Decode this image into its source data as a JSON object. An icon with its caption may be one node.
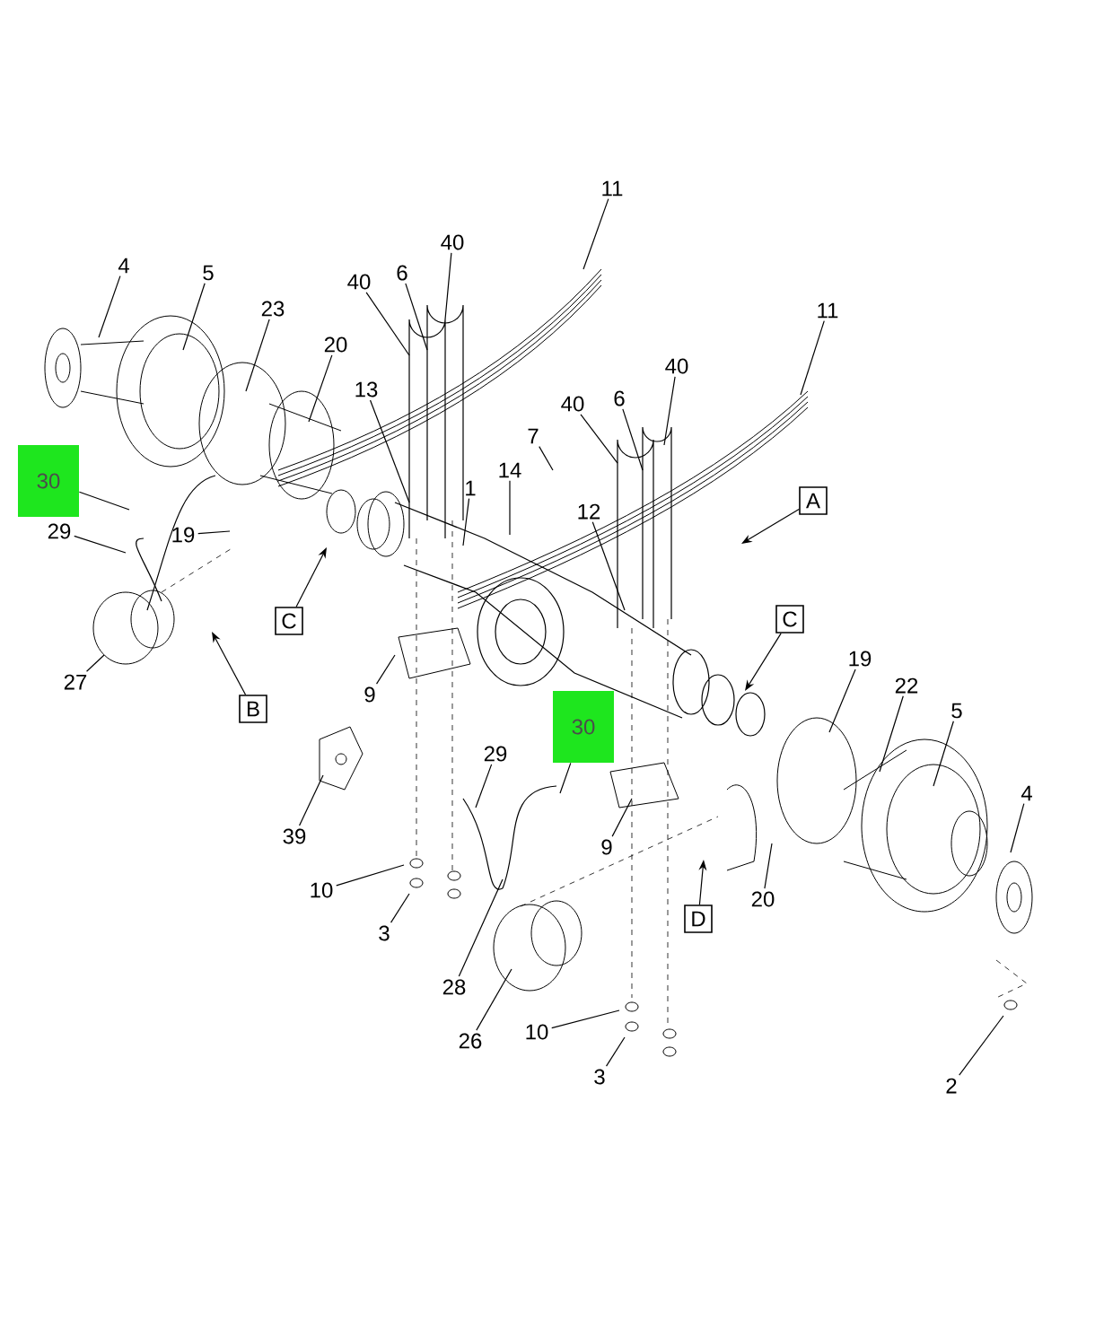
{
  "diagram": {
    "nodes": [
      {
        "text": [
          "4"
        ]
      },
      {
        "text": [
          "5"
        ]
      },
      {
        "text": [
          "23"
        ]
      },
      {
        "text": [
          "20"
        ]
      },
      {
        "text": [
          "40"
        ]
      },
      {
        "text": [
          "6"
        ]
      },
      {
        "text": [
          "40"
        ]
      },
      {
        "text": [
          "11"
        ]
      },
      {
        "text": [
          "13"
        ]
      },
      {
        "text": [
          "7"
        ]
      },
      {
        "text": [
          "14"
        ]
      },
      {
        "text": [
          "1"
        ]
      },
      {
        "text": [
          "11"
        ]
      },
      {
        "text": [
          "40"
        ]
      },
      {
        "text": [
          "6"
        ]
      },
      {
        "text": [
          "40"
        ]
      },
      {
        "text": [
          "12"
        ]
      },
      {
        "text": [
          "30"
        ]
      },
      {
        "text": [
          "29"
        ]
      },
      {
        "text": [
          "19"
        ]
      },
      {
        "text": [
          "C"
        ]
      },
      {
        "text": [
          "B"
        ]
      },
      {
        "text": [
          "A"
        ]
      },
      {
        "text": [
          "C"
        ]
      },
      {
        "text": [
          "19"
        ]
      },
      {
        "text": [
          "22"
        ]
      },
      {
        "text": [
          "5"
        ]
      },
      {
        "text": [
          "27"
        ]
      },
      {
        "text": [
          "9"
        ]
      },
      {
        "text": [
          "30"
        ]
      },
      {
        "text": [
          "39"
        ]
      },
      {
        "text": [
          "29"
        ]
      },
      {
        "text": [
          "9"
        ]
      },
      {
        "text": [
          "4"
        ]
      },
      {
        "text": [
          "20"
        ]
      },
      {
        "text": [
          "D"
        ]
      },
      {
        "text": [
          "10"
        ]
      },
      {
        "text": [
          "3"
        ]
      },
      {
        "text": [
          "28"
        ]
      },
      {
        "text": [
          "26"
        ]
      },
      {
        "text": [
          "10"
        ]
      },
      {
        "text": [
          "3"
        ]
      },
      {
        "text": [
          "2"
        ]
      }
    ],
    "edges": [
      {
        "from": 0,
        "to": null,
        "arrow": "none"
      },
      {
        "from": 1,
        "to": null,
        "arrow": "none"
      },
      {
        "from": 2,
        "to": null,
        "arrow": "none"
      },
      {
        "from": 3,
        "to": null,
        "arrow": "none"
      },
      {
        "from": 4,
        "to": null,
        "arrow": "none"
      },
      {
        "from": 5,
        "to": null,
        "arrow": "none"
      },
      {
        "from": 6,
        "to": null,
        "arrow": "none"
      },
      {
        "from": 7,
        "to": null,
        "arrow": "none"
      },
      {
        "from": 8,
        "to": null,
        "arrow": "none"
      },
      {
        "from": 9,
        "to": null,
        "arrow": "none"
      },
      {
        "from": 10,
        "to": null,
        "arrow": "none"
      },
      {
        "from": 11,
        "to": null,
        "arrow": "none"
      },
      {
        "from": 12,
        "to": null,
        "arrow": "none"
      },
      {
        "from": 13,
        "to": null,
        "arrow": "none"
      },
      {
        "from": 14,
        "to": null,
        "arrow": "none"
      },
      {
        "from": 15,
        "to": null,
        "arrow": "none"
      },
      {
        "from": 16,
        "to": null,
        "arrow": "none"
      },
      {
        "from": 17,
        "to": null,
        "arrow": "none"
      },
      {
        "from": 18,
        "to": null,
        "arrow": "none"
      },
      {
        "from": 19,
        "to": null,
        "arrow": "none"
      },
      {
        "from": 20,
        "to": null,
        "arrow": "to"
      },
      {
        "from": 21,
        "to": null,
        "arrow": "to"
      },
      {
        "from": 22,
        "to": null,
        "arrow": "to"
      },
      {
        "from": 23,
        "to": null,
        "arrow": "to"
      },
      {
        "from": 24,
        "to": null,
        "arrow": "none"
      },
      {
        "from": 25,
        "to": null,
        "arrow": "none"
      },
      {
        "from": 26,
        "to": null,
        "arrow": "none"
      },
      {
        "from": 27,
        "to": null,
        "arrow": "none"
      },
      {
        "from": 28,
        "to": null,
        "arrow": "none"
      },
      {
        "from": 29,
        "to": null,
        "arrow": "none"
      },
      {
        "from": 30,
        "to": null,
        "arrow": "none"
      },
      {
        "from": 31,
        "to": null,
        "arrow": "none"
      },
      {
        "from": 32,
        "to": null,
        "arrow": "none"
      },
      {
        "from": 33,
        "to": null,
        "arrow": "none"
      },
      {
        "from": 34,
        "to": null,
        "arrow": "none"
      },
      {
        "from": 35,
        "to": null,
        "arrow": "to"
      },
      {
        "from": 36,
        "to": null,
        "arrow": "none"
      },
      {
        "from": 37,
        "to": null,
        "arrow": "none"
      },
      {
        "from": 38,
        "to": null,
        "arrow": "none"
      },
      {
        "from": 39,
        "to": null,
        "arrow": "none"
      },
      {
        "from": 40,
        "to": null,
        "arrow": "none"
      },
      {
        "from": 41,
        "to": null,
        "arrow": "none"
      },
      {
        "from": 42,
        "to": null,
        "arrow": "none"
      }
    ]
  }
}
